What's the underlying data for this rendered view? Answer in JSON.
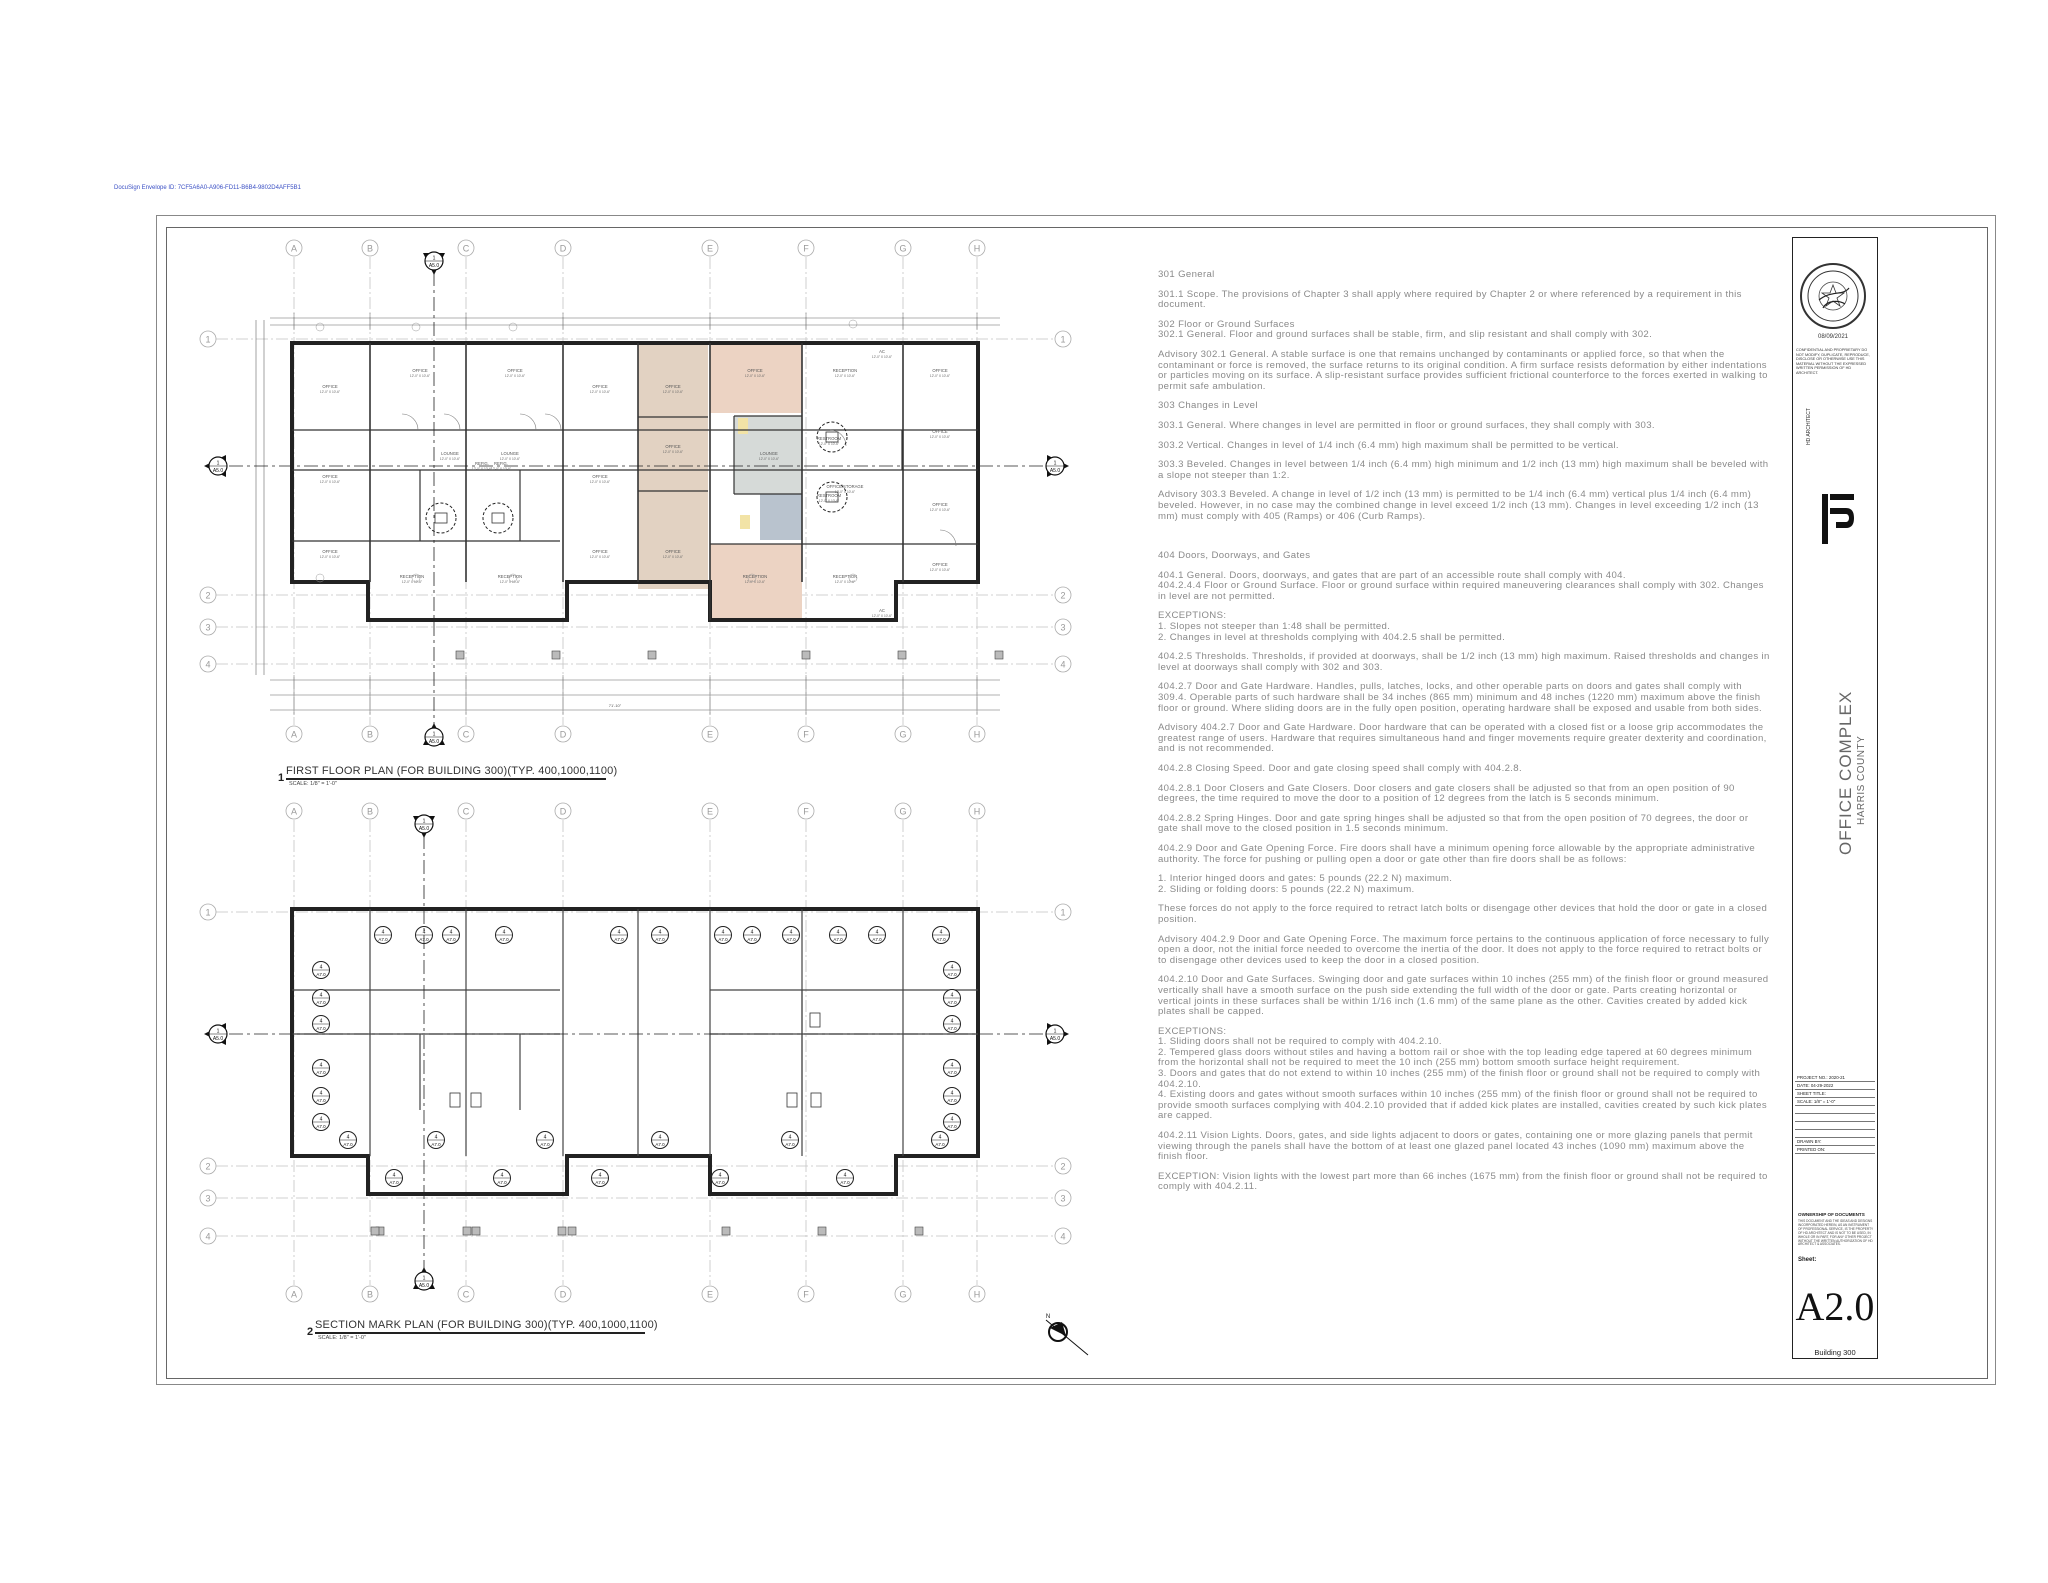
{
  "docusign": "DocuSign Envelope ID: 7CF5A6A0-A906-FD11-B6B4-9802D4AFF5B1",
  "plans": {
    "first_floor": {
      "num": "1",
      "title": "FIRST FLOOR PLAN (FOR BUILDING 300)(TYP. 400,1000,1100)",
      "scale": "SCALE: 1/8\" = 1'-0\""
    },
    "section_mark": {
      "num": "2",
      "title": "SECTION MARK  PLAN (FOR BUILDING 300)(TYP. 400,1000,1100)",
      "scale": "SCALE: 1/8\" = 1'-0\""
    },
    "grid_columns": [
      "A",
      "B",
      "C",
      "D",
      "E",
      "F",
      "G",
      "H"
    ],
    "grid_rows": [
      "1",
      "2",
      "3",
      "4"
    ],
    "section_tag": "A5.0",
    "detail_ref": "A7.0",
    "room_labels": {
      "office": "OFFICE",
      "lounge": "LOUNGE",
      "reception": "RECEPTION",
      "restroom": "RESTROOM",
      "office_storage": "OFFICE/STORAGE",
      "refrig": "REFIG.",
      "ac": "AC",
      "dimension": "12'-0\" X 10'-6\"",
      "overall": "71'-10\""
    }
  },
  "notes": [
    "301 General",
    "301.1 Scope. The provisions of Chapter 3 shall apply where required by Chapter 2 or where referenced by a requirement in this document.",
    "302 Floor or Ground Surfaces\n302.1 General. Floor and ground surfaces shall be stable, firm, and slip resistant and shall comply with 302.",
    "Advisory 302.1 General. A stable surface is one that remains unchanged by contaminants or applied force, so that when the contaminant or force is removed, the surface returns to its original condition. A firm surface resists deformation by either indentations or particles moving on its surface. A slip-resistant surface provides sufficient frictional counterforce to the forces exerted in walking to permit safe ambulation.",
    "303 Changes in Level",
    "303.1 General. Where changes in level are permitted in floor or ground surfaces, they shall comply with 303.",
    "303.2 Vertical. Changes in level of 1/4 inch (6.4 mm) high maximum shall be permitted to be vertical.",
    "303.3 Beveled. Changes in level between 1/4 inch (6.4 mm) high minimum and 1/2 inch (13 mm) high maximum shall be beveled with a slope not steeper than 1:2.",
    "Advisory 303.3 Beveled. A change in level of 1/2 inch (13 mm) is permitted to be 1/4 inch (6.4 mm) vertical plus 1/4 inch (6.4 mm) beveled. However, in no case may the combined change in level exceed 1/2 inch (13 mm). Changes in level exceeding 1/2 inch (13 mm) must comply with 405 (Ramps) or 406 (Curb Ramps).",
    "",
    "404 Doors, Doorways, and Gates",
    "404.1 General. Doors, doorways, and gates that are part of an accessible route shall comply with 404.\n404.2.4.4 Floor or Ground Surface. Floor or ground surface within required maneuvering clearances shall comply with 302. Changes in level are not permitted.",
    "EXCEPTIONS:\n1. Slopes not steeper than 1:48 shall be permitted.\n2. Changes in level at thresholds complying with 404.2.5 shall be permitted.",
    "404.2.5 Thresholds. Thresholds, if provided at doorways, shall be 1/2 inch (13 mm) high maximum. Raised thresholds and changes in level at doorways shall comply with 302 and 303.",
    "404.2.7 Door and Gate Hardware. Handles, pulls, latches, locks, and other operable parts on doors and gates shall comply with 309.4. Operable parts of such hardware shall be 34 inches (865 mm) minimum and 48 inches (1220 mm) maximum above the finish floor or ground. Where sliding doors are in the fully open position, operating hardware shall be exposed and usable from both sides.",
    "Advisory 404.2.7 Door and Gate Hardware. Door hardware that can be operated with a closed fist or a loose grip accommodates the greatest range of users. Hardware that requires simultaneous hand and finger movements require greater dexterity and coordination, and is not recommended.",
    "404.2.8 Closing Speed. Door and gate closing speed shall comply with 404.2.8.",
    "404.2.8.1 Door Closers and Gate Closers. Door closers and gate closers shall be adjusted so that from an open position of 90 degrees, the time required to move the door to a position of 12 degrees from the latch is 5 seconds minimum.",
    "404.2.8.2 Spring Hinges. Door and gate spring hinges shall be adjusted so that from the open position of 70 degrees, the door or gate shall move to the closed position in 1.5 seconds minimum.",
    "404.2.9 Door and Gate Opening Force. Fire doors shall have a minimum opening force allowable by the appropriate administrative authority. The force for pushing or pulling open a door or gate other than fire doors shall be as follows:",
    "1. Interior hinged doors and gates: 5 pounds (22.2 N) maximum.\n2. Sliding or folding doors: 5 pounds (22.2 N) maximum.",
    "These forces do not apply to the force required to retract latch bolts or disengage other devices that hold the door or gate in a closed position.",
    "Advisory 404.2.9 Door and Gate Opening Force. The maximum force pertains to the continuous application of force necessary to fully open a door, not the initial force needed to overcome the inertia of the door. It does not apply to the force required to retract bolts or to disengage other devices used to keep the door in a closed position.",
    "404.2.10 Door and Gate Surfaces. Swinging door and gate surfaces within 10 inches (255 mm) of the finish floor or ground measured vertically shall have a smooth surface on the push side extending the full width of the door or gate. Parts creating horizontal or vertical joints in these surfaces shall be within 1/16 inch (1.6 mm) of the same plane as the other. Cavities created by added kick plates shall be capped.",
    "EXCEPTIONS:\n1. Sliding doors shall not be required to comply with 404.2.10.\n2. Tempered glass doors without stiles and having a bottom rail or shoe with the top leading edge tapered at 60 degrees minimum from the horizontal shall not be required to meet the 10 inch (255 mm) bottom smooth surface height requirement.\n3. Doors and gates that do not extend to within 10 inches (255 mm) of the finish floor or ground shall not be required to comply with 404.2.10.\n4. Existing doors and gates without smooth surfaces within 10 inches (255 mm) of the finish floor or ground shall not be required to provide smooth surfaces complying with 404.2.10 provided that if added kick plates are installed, cavities created by such kick plates are capped.",
    "404.2.11 Vision Lights. Doors, gates, and side lights adjacent to doors or gates, containing one or more glazing panels that permit viewing through the panels shall have the bottom of at least one glazed panel located 43 inches (1090 mm) maximum above the finish floor.",
    "EXCEPTION: Vision lights with the lowest part more than 66 inches (1675 mm) from the finish floor or ground shall not be required to comply with 404.2.11."
  ],
  "title_block": {
    "stamp_date": "08/09/2021",
    "confidential": "CONFIDENTIAL AND PROPRIETARY\nDO NOT MODIFY, DUPLICATE, REPRODUCE, DISCLOSE OR OTHERWISE USE THIS MATERIAL WITHOUT THE EXPRESSED WRITTEN PERMISSION OF HD ARCHITECT.",
    "firm": "HD ARCHITECT",
    "project": "OFFICE COMPLEX",
    "county": "HARRIS COUNTY",
    "rows": [
      "PROJECT NO.: 2020-21",
      "DATE: 04-29-2022",
      "SHEET TITLE:",
      "SCALE:  1/8\" = 1'-0\"",
      "",
      "",
      "",
      "",
      "DRAWN BY:",
      "PRINTED ON:"
    ],
    "ownership_title": "OWNERSHIP OF DOCUMENTS",
    "ownership_text": "THIS DOCUMENT AND THE IDEAS AND DESIGNS INCORPORATED HEREIN, AS AN INSTRUMENT OF PROFESSIONAL SERVICE, IS THE PROPERTY OF HD ARCHITECT AND IS NOT TO BE USED, IN WHOLE OR IN PART, FOR ANY OTHER PROJECT WITHOUT THE WRITTEN AUTHORIZATION OF HD ARCHITECT & ASSOCIATES.",
    "sheet_label": "Sheet:",
    "sheet": "A2.0",
    "building": "Building 300"
  },
  "colors": {
    "tan": "#e2d2c2",
    "peach": "#ecd3c3",
    "gray": "#d6dad8",
    "blue": "#b9c3ce",
    "yellow": "#f2e3a6"
  }
}
